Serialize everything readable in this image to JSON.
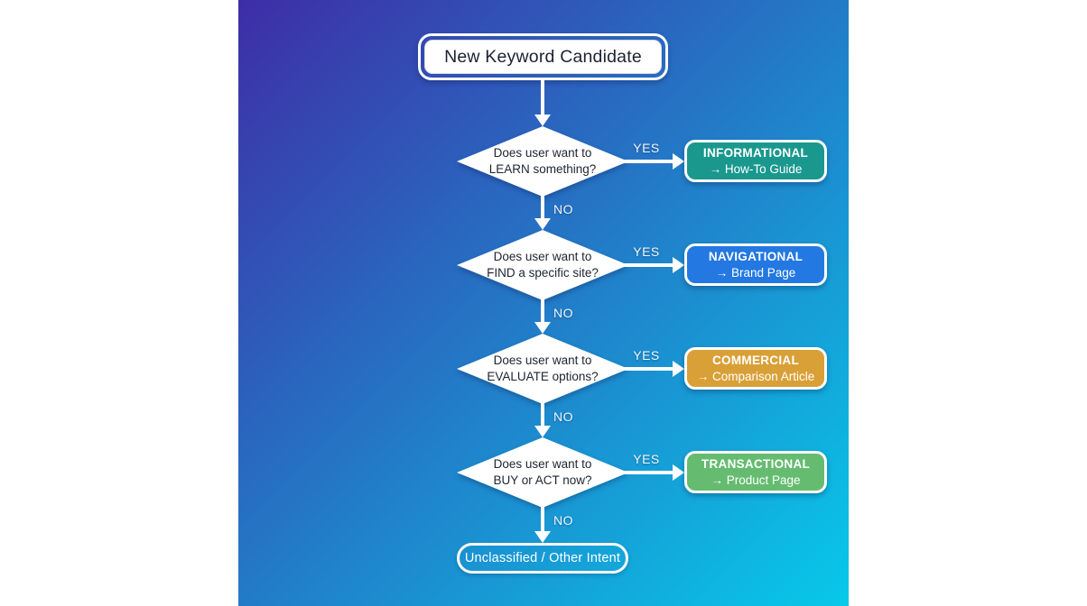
{
  "canvas": {
    "gradient_start": "#3e2da6",
    "gradient_end": "#07c9e9",
    "white_text": "#ffffff"
  },
  "flow": {
    "start": {
      "label": "New Keyword Candidate"
    },
    "yes_label": "YES",
    "no_label": "NO",
    "decisions": [
      {
        "question_line1": "Does user want to",
        "question_line2": "LEARN something?",
        "result": {
          "category": "INFORMATIONAL",
          "action": "→ How-To Guide",
          "color": "#1a988e"
        }
      },
      {
        "question_line1": "Does user want to",
        "question_line2": "FIND a specific site?",
        "result": {
          "category": "NAVIGATIONAL",
          "action": "→ Brand Page",
          "color": "#2378e2"
        }
      },
      {
        "question_line1": "Does user want to",
        "question_line2": "EVALUATE options?",
        "result": {
          "category": "COMMERCIAL",
          "action": "→ Comparison Article",
          "color": "#d9a037"
        }
      },
      {
        "question_line1": "Does user want to",
        "question_line2": "BUY or ACT now?",
        "result": {
          "category": "TRANSACTIONAL",
          "action": "→ Product Page",
          "color": "#65bc70"
        }
      }
    ],
    "end": {
      "label": "Unclassified / Other Intent"
    }
  }
}
